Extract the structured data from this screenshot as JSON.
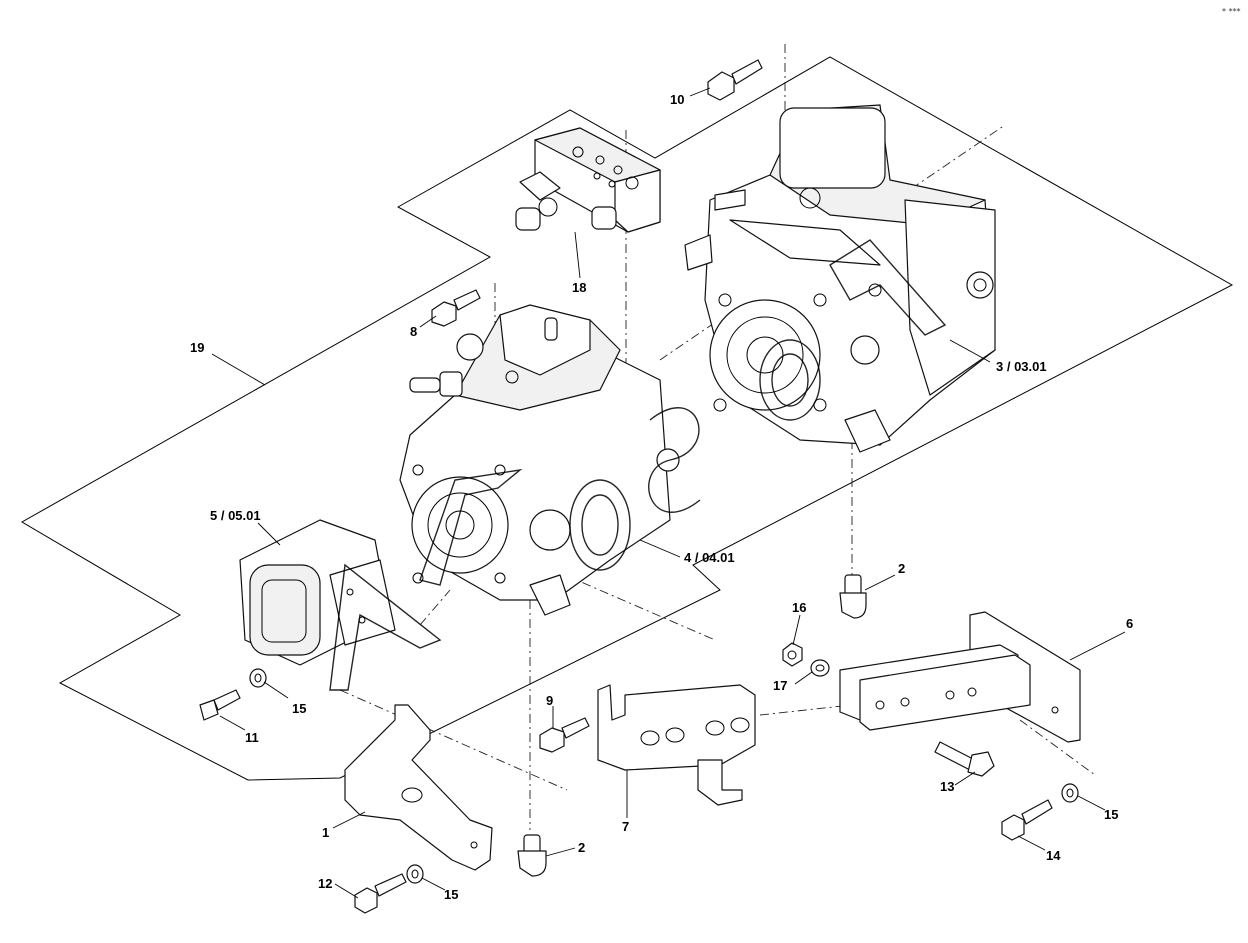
{
  "diagram": {
    "corner_mark": "* ***",
    "callouts": [
      {
        "id": "c10",
        "text": "10"
      },
      {
        "id": "c18",
        "text": "18"
      },
      {
        "id": "c8",
        "text": "8"
      },
      {
        "id": "c19",
        "text": "19"
      },
      {
        "id": "c3",
        "text": "3 / 03.01"
      },
      {
        "id": "c5",
        "text": "5 / 05.01"
      },
      {
        "id": "c4",
        "text": "4 / 04.01"
      },
      {
        "id": "c2a",
        "text": "2"
      },
      {
        "id": "c16",
        "text": "16"
      },
      {
        "id": "c6",
        "text": "6"
      },
      {
        "id": "c17",
        "text": "17"
      },
      {
        "id": "c9",
        "text": "9"
      },
      {
        "id": "c15a",
        "text": "15"
      },
      {
        "id": "c11",
        "text": "11"
      },
      {
        "id": "c7",
        "text": "7"
      },
      {
        "id": "c13",
        "text": "13"
      },
      {
        "id": "c15b",
        "text": "15"
      },
      {
        "id": "c1",
        "text": "1"
      },
      {
        "id": "c2b",
        "text": "2"
      },
      {
        "id": "c14",
        "text": "14"
      },
      {
        "id": "c12",
        "text": "12"
      },
      {
        "id": "c15c",
        "text": "15"
      }
    ]
  }
}
